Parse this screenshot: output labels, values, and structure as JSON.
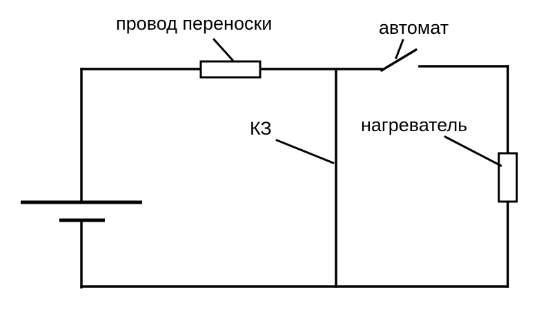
{
  "diagram": {
    "kind": "electrical-circuit-sketch",
    "background_color": "#ffffff",
    "line_color": "#000000",
    "labels": {
      "extension_cord": "провод переноски",
      "breaker": "автомат",
      "short_circuit": "КЗ",
      "heater": "нагреватель"
    },
    "components": [
      {
        "name": "battery",
        "type": "dc-source"
      },
      {
        "name": "extension-cord-resistor",
        "type": "resistor",
        "label": "провод переноски"
      },
      {
        "name": "breaker-switch",
        "type": "switch",
        "state": "open",
        "label": "автомат"
      },
      {
        "name": "short-circuit-branch",
        "type": "wire",
        "label": "КЗ"
      },
      {
        "name": "heater-resistor",
        "type": "resistor",
        "label": "нагреватель"
      }
    ]
  }
}
